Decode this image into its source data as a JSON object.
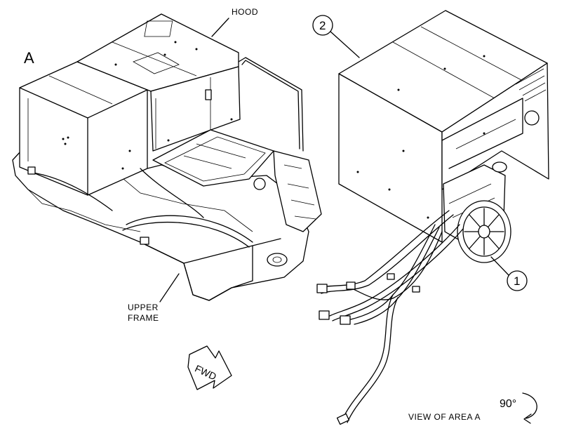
{
  "labels": {
    "hood": "HOOD",
    "view_letter": "A",
    "upper_frame_line1": "UPPER",
    "upper_frame_line2": "FRAME",
    "fwd": "FWD",
    "view_of_area": "VIEW OF AREA A",
    "rotation": "90°"
  },
  "callouts": {
    "one": "1",
    "two": "2"
  }
}
